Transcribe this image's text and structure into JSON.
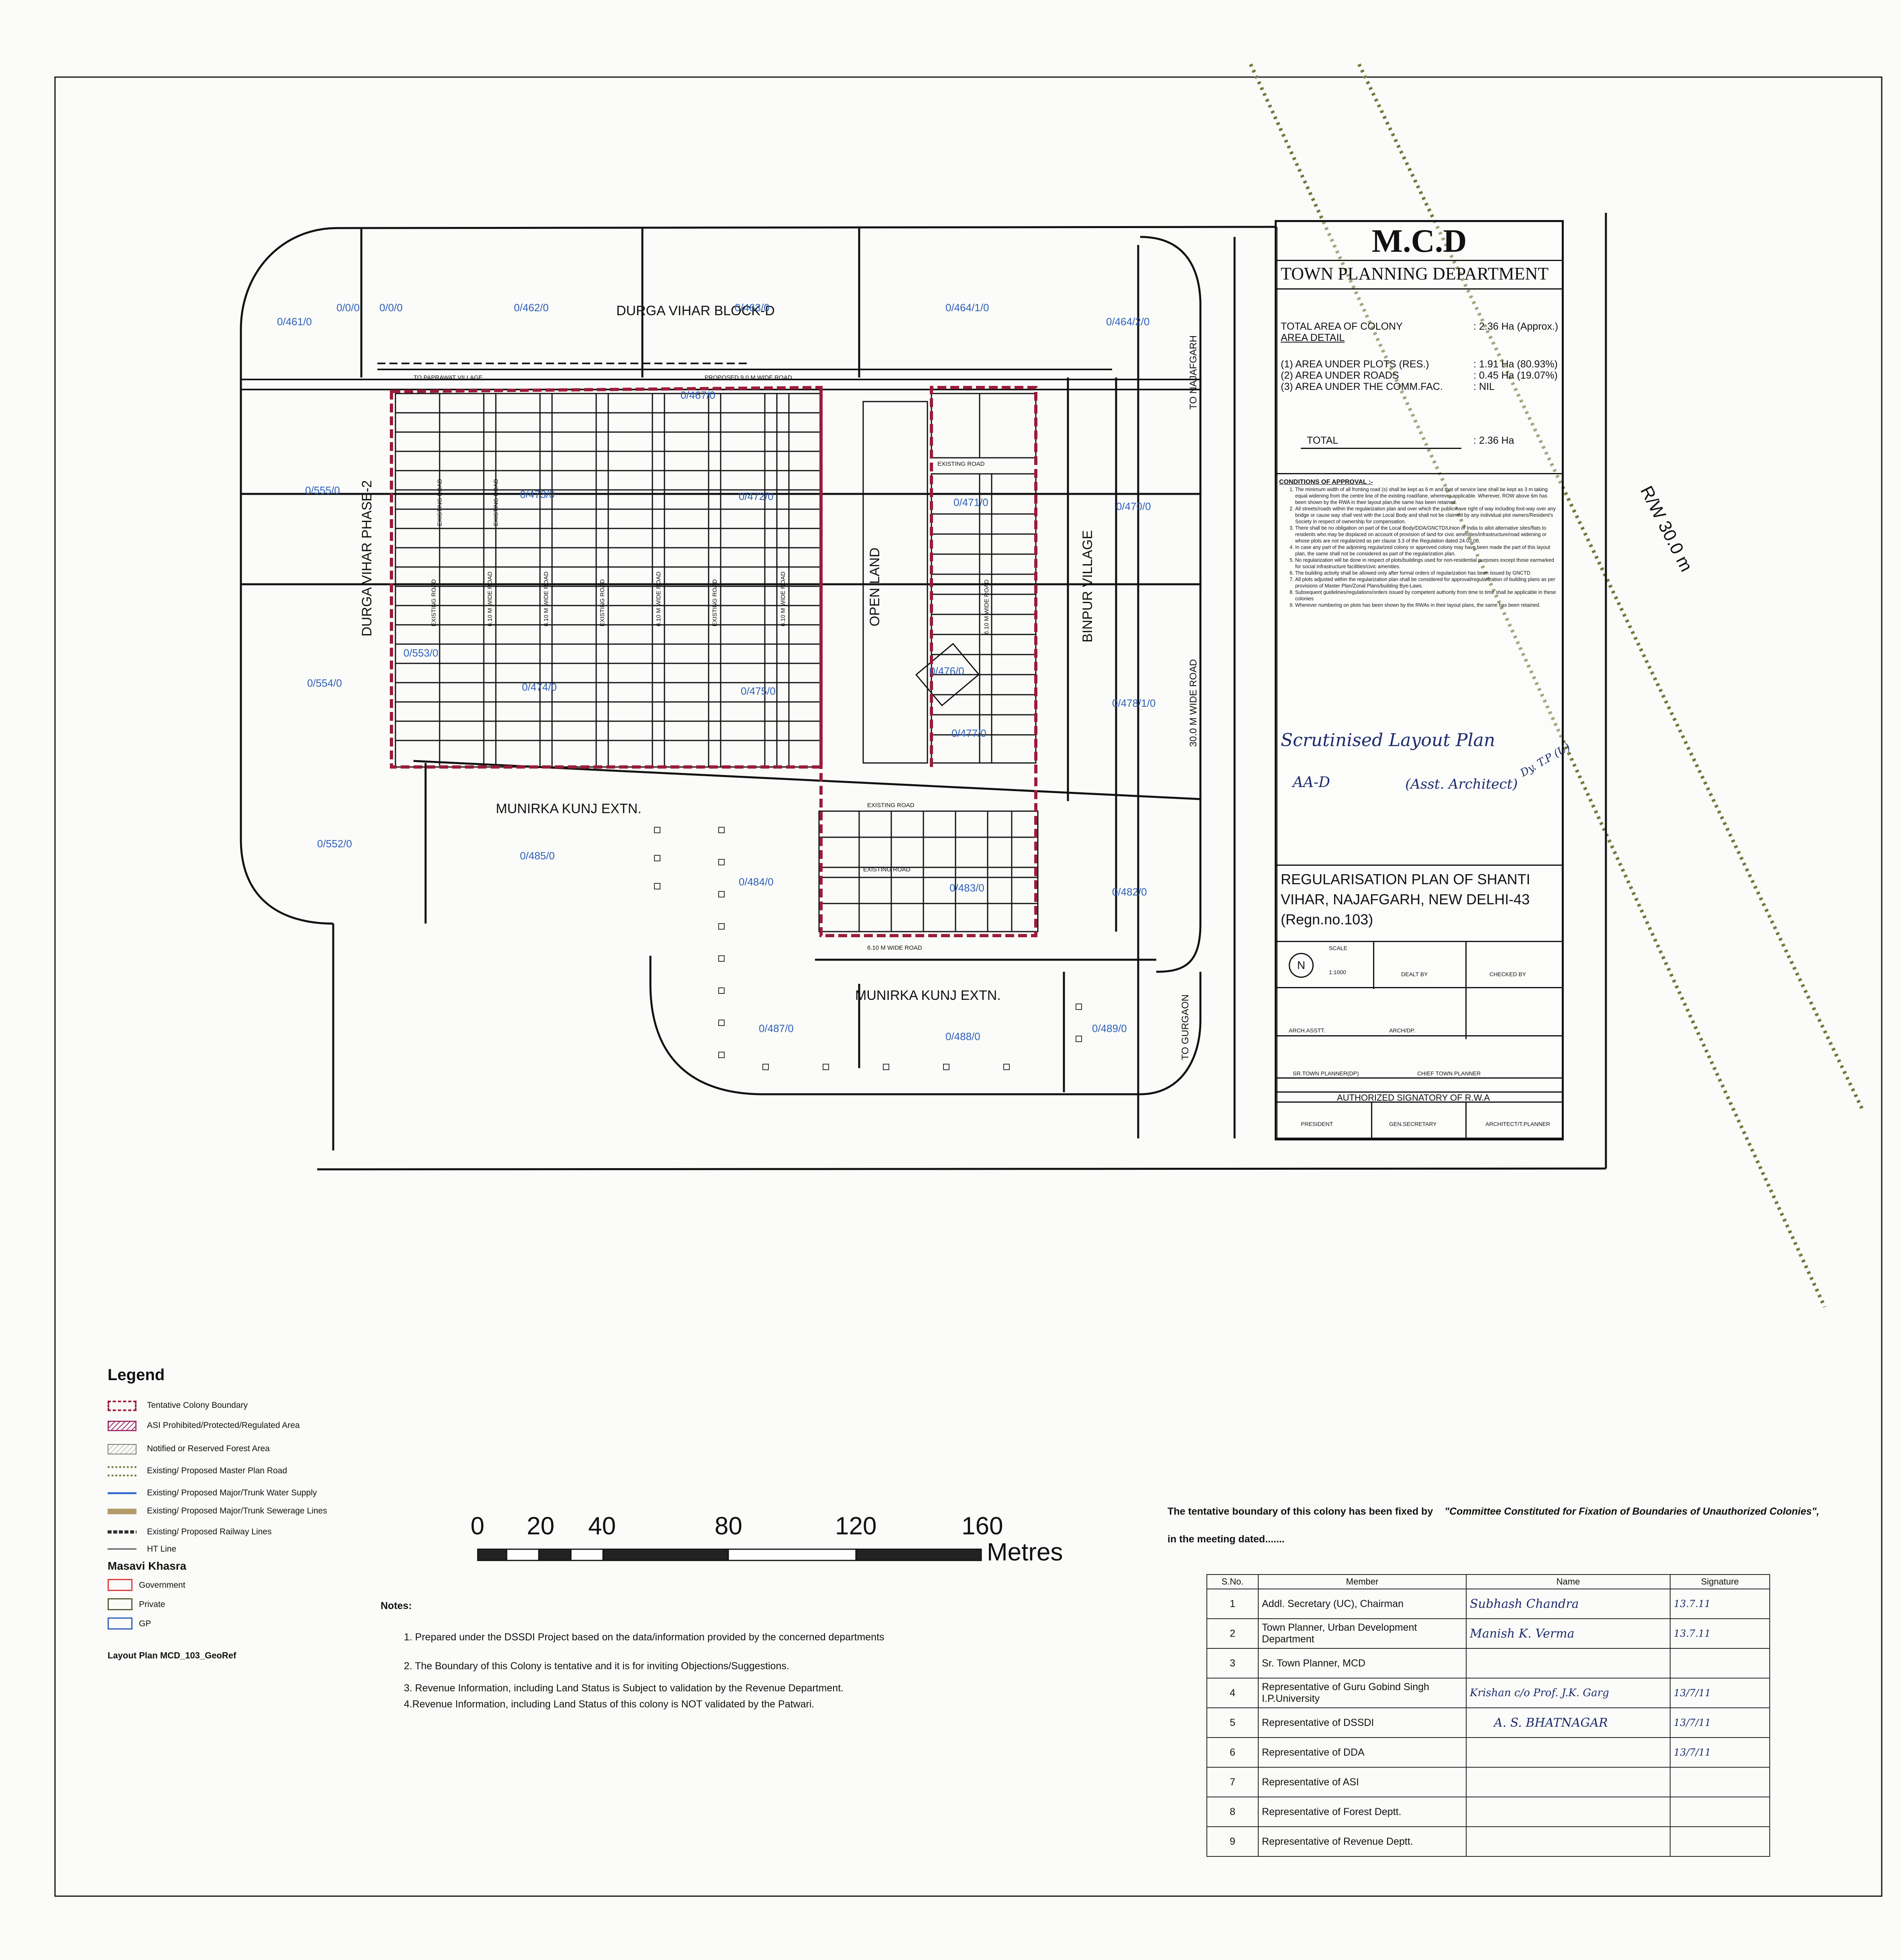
{
  "plan": {
    "neighbourhoods": {
      "durga_vihar_block_d": "DURGA VIHAR BLOCK-D",
      "durga_vihar_phase_2": "DURGA VIHAR PHASE-2",
      "munirka_kunj_extn_north": "MUNIRKA KUNJ EXTN.",
      "munirka_kunj_extn_south": "MUNIRKA KUNJ EXTN.",
      "binpur_village": "BINPUR VILLAGE",
      "open_land": "OPEN LAND"
    },
    "roads": {
      "to_paprawat": "TO PAPRAWAT VILLAGE",
      "proposed_9m": "PROPOSED 9.0 M WIDE ROAD",
      "to_najafgarh": "TO NAJAFGARH",
      "to_gurgaon": "TO GURGAON",
      "road_30m": "30.0 M WIDE ROAD",
      "rw_30m": "R/W 30.0 m",
      "existing_road_1": "EXISTING ROAD",
      "existing_road_2": "EXISTING ROAD",
      "existing_road_3": "EXISTING ROAD",
      "wide_6_10_a": "6.10 M WIDE ROAD",
      "wide_6_10_b": "6.10 M WIDE ROAD",
      "wide_6_10_c": "6.10 M WIDE ROAD",
      "wide_6_10_d": "6.10 M WIDE ROAD",
      "wide_6_10_e": "6.10 M WIDE ROAD",
      "wide_6_10_f": "6.10 M WIDE ROAD",
      "existing_lane_a": "EXISTING ROAD",
      "existing_lane_b": "EXISTING ROAD",
      "existing_lane_c": "EXISTING ROAD",
      "existing_lane_d": "EXISTING ROAD",
      "existing_lane_e": "EXISTING ROAD"
    },
    "khasra": {
      "k461": "0/461/0",
      "k00": "0/0/0",
      "k000": "0/0/0",
      "k462": "0/462/0",
      "k463": "0/463/0",
      "k464_1": "0/464/1/0",
      "k464_2": "0/464/2/0",
      "k467": "0/467/0",
      "k555": "0/555/0",
      "k473": "0/473/0",
      "k472": "0/472/0",
      "k471": "0/471/0",
      "k470": "0/470/0",
      "k553": "0/553/0",
      "k554": "0/554/0",
      "k474": "0/474/0",
      "k475": "0/475/0",
      "k476": "0/476/0",
      "k477": "0/477/0",
      "k478": "0/478/1/0",
      "k552": "0/552/0",
      "k485": "0/485/0",
      "k484": "0/484/0",
      "k483": "0/483/0",
      "k482": "0/482/0",
      "k487": "0/487/0",
      "k488": "0/488/0",
      "k489": "0/489/0"
    }
  },
  "title_block": {
    "mcd": "M.C.D",
    "department": "TOWN PLANNING DEPARTMENT",
    "total_area_label": "TOTAL AREA OF COLONY",
    "total_area_value": ": 2.36 Ha (Approx.)",
    "area_detail": "AREA DETAIL",
    "rows": [
      {
        "label": "(1) AREA UNDER PLOTS (RES.)",
        "value": ": 1.91 Ha (80.93%)"
      },
      {
        "label": "(2) AREA UNDER ROADS",
        "value": ": 0.45 Ha (19.07%)"
      },
      {
        "label": "(3) AREA UNDER THE COMM.FAC.",
        "value": ": NIL"
      }
    ],
    "total_label": "TOTAL",
    "total_value": ": 2.36 Ha",
    "conditions_heading": "CONDITIONS OF APPROVAL :-",
    "conditions": [
      "The minimum width of all fronting road (s) shall be kept as 6 m and that of service lane shall be kept as 3 m taking equal widening from the centre line of the existing road/lane, wherever applicable. Wherever, ROW above 6m has been shown by the RWA in their layout plan,the same has been retained.",
      "All streets/roads within the regularization plan and over which the public have right of way including foot-way over any bridge or cause way shall vest with the Local Body and shall not be claimed by any individual plot owners/Resident's Society in respect of ownership for compensation.",
      "There shall be no obligation on part of the Local Body/DDA/GNCTD/Union of India to allot alternative sites/flats to residents who may be displaced on account of provision of land for civic amenities/infrastructure/road widening or whose plots are not regularized as per clause 3.3 of the Regulation dated 24.03.08.",
      "In case any part of the adjoining regularized colony or approved colony may have been made the part of this layout plan, the same shall not be considered as part of the regularization plan.",
      "No regularization will be done in respect of plots/buildings used for non-residential purposes except those earmarked for social infrastructure facilities/civic amenities.",
      "The building activity shall be allowed only after formal orders of regularization has been issued by GNCTD",
      "All plots adjusted within the regularization plan shall be considered for approval/regularization of building plans as per provisions of Master Plan/Zonal Plans/building Bye-Laws.",
      "Subsequent guidelines/regulations/orders issued by competent authority from time to time shall be applicable in these colonies",
      "Wherever numbering on plots has been shown by the RWAs in their layout plans, the same has been retained."
    ],
    "hand_scrutinised": "Scrutinised Layout Plan",
    "hand_sign1": "AA-D",
    "hand_sign2": "(Asst. Architect)",
    "hand_sign3": "Dy. T.P (U)",
    "regularisation_title_1": "REGULARISATION PLAN OF SHANTI",
    "regularisation_title_2": "VIHAR, NAJAFGARH, NEW DELHI-43",
    "regularisation_title_3": "(Regn.no.103)",
    "north": "N",
    "scale_label": "SCALE",
    "scale_value": "1:1000",
    "dealt_by": "DEALT BY",
    "checked_by": "CHECKED BY",
    "arch_asstt": "ARCH.ASSTT.",
    "arch_dp": "ARCH/DP.",
    "sr_town_planner": "SR.TOWN PLANNER(DP)",
    "chief_town_planner": "CHIEF TOWN PLANNER",
    "authorized": "AUTHORIZED SIGNATORY OF R.W.A",
    "president": "PRESIDENT",
    "gen_secretary": "GEN.SECRETARY",
    "architect": "ARCHITECT/T.PLANNER"
  },
  "legend": {
    "title": "Legend",
    "items": [
      {
        "label": "Tentative Colony Boundary",
        "kind": "colony",
        "color": "#9b1c3a"
      },
      {
        "label": "ASI Prohibited/Protected/Regulated Area",
        "kind": "asi",
        "color": "#a0306a"
      },
      {
        "label": "Notified or Reserved Forest Area",
        "kind": "forest",
        "color": "#777777"
      },
      {
        "label": "Existing/ Proposed Master Plan Road",
        "kind": "mproad",
        "color": "#6d7a3a"
      },
      {
        "label": "Existing/ Proposed Major/Trunk Water Supply",
        "kind": "water",
        "color": "#3a6fcf"
      },
      {
        "label": "Existing/ Proposed Major/Trunk Sewerage Lines",
        "kind": "sewer",
        "color": "#b59a6b"
      },
      {
        "label": "Existing/ Proposed Railway Lines",
        "kind": "rail",
        "color": "#333333"
      },
      {
        "label": "HT Line",
        "kind": "ht",
        "color": "#555555"
      }
    ],
    "masavi_title": "Masavi Khasra",
    "masavi": [
      {
        "label": "Government",
        "color": "#e0383a"
      },
      {
        "label": "Private",
        "color": "#5a5a3a"
      },
      {
        "label": "GP",
        "color": "#2d5fb8"
      }
    ],
    "layout_name": "Layout Plan MCD_103_GeoRef"
  },
  "scale_bar": {
    "ticks": [
      "0",
      "20",
      "40",
      "80",
      "120",
      "160"
    ],
    "unit": "Metres"
  },
  "notes": {
    "heading": "Notes:",
    "items": [
      "1. Prepared under the DSSDI Project based on the data/information provided by the concerned departments",
      "2. The Boundary of this Colony is tentative and it is for inviting Objections/Suggestions.",
      "3. Revenue Information, including Land Status is Subject to validation by the Revenue Department.",
      "4.Revenue Information, including Land Status of this colony is NOT validated by the Patwari."
    ]
  },
  "committee": {
    "text_1": "The tentative boundary of this colony has been fixed by",
    "text_2": "\"Committee Constituted for Fixation of Boundaries of Unauthorized Colonies\",",
    "text_3": "in the meeting dated.......",
    "headers": {
      "sno": "S.No.",
      "member": "Member",
      "name": "Name",
      "signature": "Signature"
    },
    "rows": [
      {
        "sno": "1",
        "member": "Addl. Secretary (UC), Chairman",
        "name": "Subhash Chandra",
        "signature": "13.7.11"
      },
      {
        "sno": "2",
        "member": "Town Planner, Urban Development Department",
        "name": "Manish K. Verma",
        "signature": "13.7.11"
      },
      {
        "sno": "3",
        "member": "Sr. Town Planner, MCD",
        "name": "",
        "signature": ""
      },
      {
        "sno": "4",
        "member": "Representative of Guru Gobind Singh I.P.University",
        "name": "Krishan c/o Prof. J.K. Garg",
        "signature": "13/7/11"
      },
      {
        "sno": "5",
        "member": "Representative of DSSDI",
        "name": "A. S. BHATNAGAR",
        "signature": "13/7/11"
      },
      {
        "sno": "6",
        "member": "Representative of DDA",
        "name": "",
        "signature": "13/7/11"
      },
      {
        "sno": "7",
        "member": "Representative of ASI",
        "name": "",
        "signature": ""
      },
      {
        "sno": "8",
        "member": "Representative of Forest Deptt.",
        "name": "",
        "signature": ""
      },
      {
        "sno": "9",
        "member": "Representative of Revenue Deptt.",
        "name": "",
        "signature": ""
      }
    ]
  },
  "colors": {
    "colony_boundary": "#9b1c3a",
    "khasra_label": "#2d5fb8",
    "master_plan_road": "#6d7a3a",
    "ink": "#111111"
  }
}
